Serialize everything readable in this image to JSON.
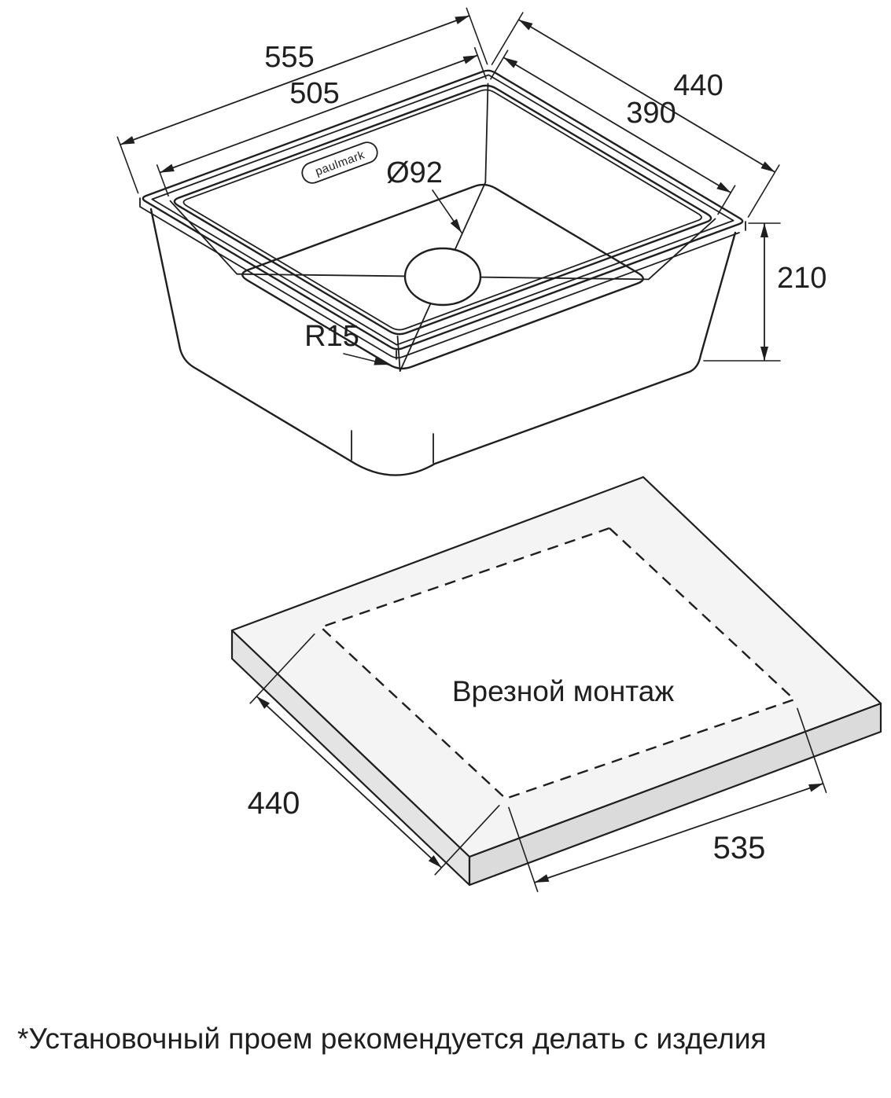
{
  "colors": {
    "line": "#1f1f1f",
    "slab_top": "#f4f4f4",
    "slab_side": "#e0e0e0"
  },
  "sink_diagram": {
    "brand": "paulmark",
    "dimensions": {
      "outer_length": "555",
      "inner_length": "505",
      "outer_width": "440",
      "inner_width": "390",
      "drain_diameter": "Ø92",
      "corner_radius": "R15",
      "depth": "210"
    }
  },
  "mounting_diagram": {
    "label": "Врезной монтаж",
    "dimensions": {
      "cutout_width": "440",
      "cutout_length": "535"
    }
  },
  "footnote": "*Установочный проем рекомендуется делать с изделия"
}
